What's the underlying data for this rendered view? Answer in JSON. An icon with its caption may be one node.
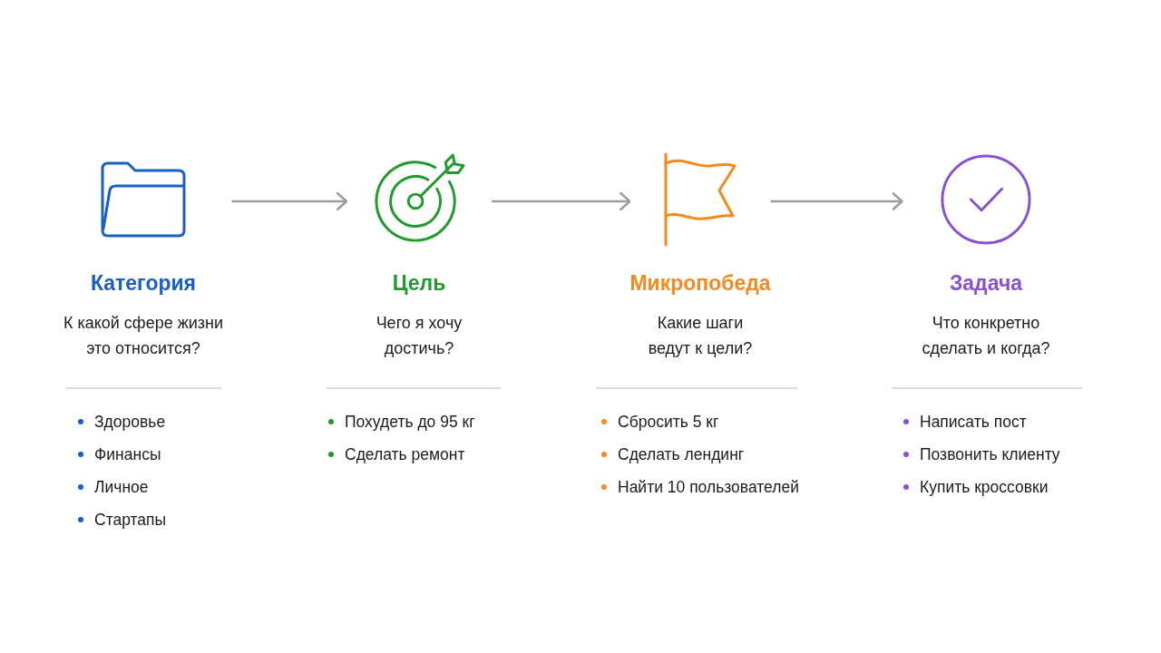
{
  "diagram": {
    "nodes": [
      {
        "text": [
          "Категория",
          "К какой сфере жизни это относится?"
        ],
        "beside": [
          "Здоровье",
          "Финансы",
          "Личное",
          "Стартапы"
        ]
      },
      {
        "text": [
          "Цель",
          "Чего я хочу достичь?"
        ],
        "beside": [
          "Похудеть до 95 кг",
          "Сделать ремонт"
        ]
      },
      {
        "text": [
          "Микропобеда",
          "Какие шаги ведут к цели?"
        ],
        "beside": [
          "Сбросить 5 кг",
          "Сделать лендинг",
          "Найти 10 пользователей"
        ]
      },
      {
        "text": [
          "Задача",
          "Что конкретно сделать и когда?"
        ],
        "beside": [
          "Написать пост",
          "Позвонить клиенту",
          "Купить кроссовки"
        ]
      }
    ],
    "edges": [
      {
        "from": 0,
        "to": 1,
        "arrow": "to"
      },
      {
        "from": 1,
        "to": 2,
        "arrow": "to"
      },
      {
        "from": 2,
        "to": 3,
        "arrow": "to"
      }
    ]
  }
}
